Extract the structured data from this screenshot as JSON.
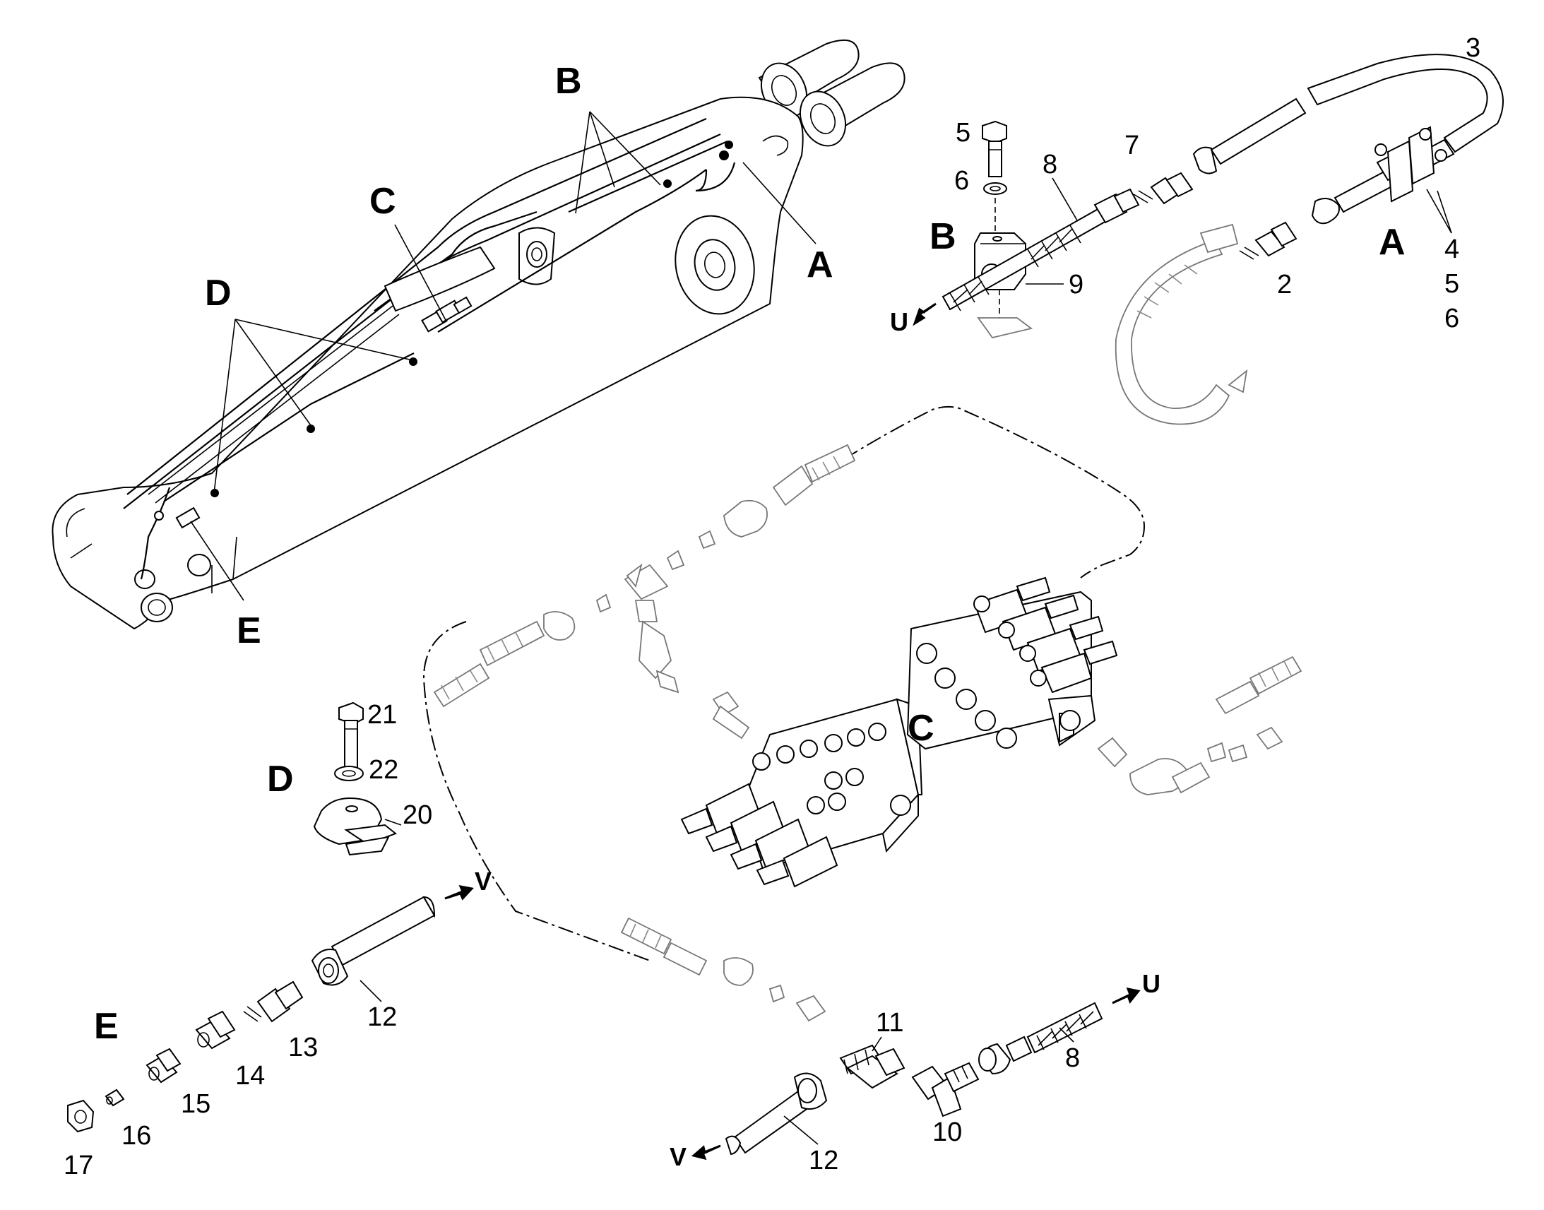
{
  "diagram": {
    "section_letters": [
      "A",
      "B",
      "C",
      "D",
      "E"
    ],
    "part_numbers": [
      "2",
      "3",
      "4",
      "5",
      "6",
      "7",
      "8",
      "9",
      "10",
      "11",
      "12",
      "13",
      "14",
      "15",
      "16",
      "17",
      "20",
      "21",
      "22"
    ],
    "flow_markers": [
      "U",
      "V"
    ],
    "labels": {
      "boom_B": "B",
      "boom_C": "C",
      "boom_A": "A",
      "boom_D": "D",
      "boom_E": "E",
      "detailA_letter": "A",
      "detailA_4": "4",
      "detailA_5": "5",
      "detailA_6": "6",
      "p3": "3",
      "p2": "2",
      "p7": "7",
      "p8_top": "8",
      "detailB_letter": "B",
      "detailB_5": "5",
      "detailB_6": "6",
      "p9": "9",
      "u_top": "U",
      "detailC_letter": "C",
      "detailD_letter": "D",
      "p21": "21",
      "p22": "22",
      "p20": "20",
      "v_top": "V",
      "p12_left": "12",
      "detailE_letter": "E",
      "p13": "13",
      "p14": "14",
      "p15": "15",
      "p16": "16",
      "p17": "17",
      "p11": "11",
      "u_bottom": "U",
      "p8_bottom": "8",
      "p10": "10",
      "v_bottom": "V",
      "p12_bottom": "12"
    }
  }
}
